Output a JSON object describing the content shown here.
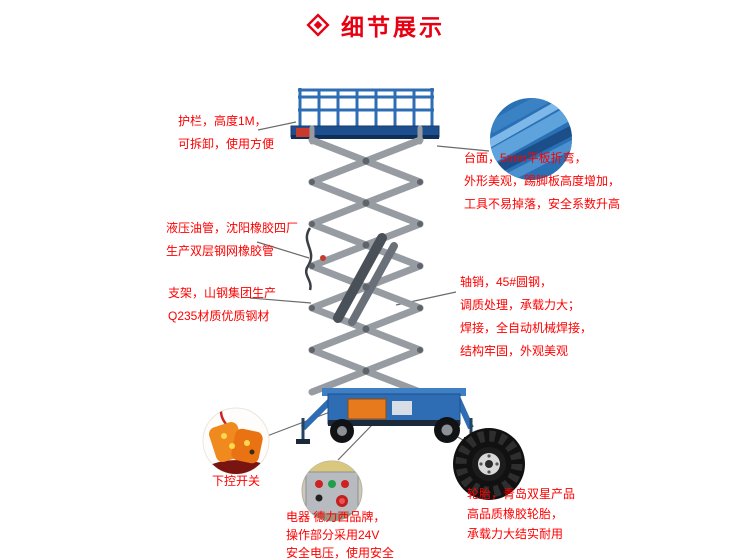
{
  "header": {
    "title": "细节展示"
  },
  "callouts": {
    "guardrail": {
      "lines": [
        "护栏，高度1M，",
        "可拆卸，使用方便"
      ]
    },
    "platform": {
      "lines": [
        "台面，5mm平板折弯，",
        "外形美观，踢脚板高度增加，",
        "工具不易掉落，安全系数升高"
      ]
    },
    "hydraulic_hose": {
      "lines": [
        "液压油管，沈阳橡胶四厂",
        "生产双层钢网橡胶管"
      ]
    },
    "support_frame": {
      "lines": [
        "支架，山钢集团生产",
        "Q235材质优质钢材"
      ]
    },
    "axle_pin": {
      "lines": [
        "轴销，45#圆钢，",
        "调质处理，承载力大；",
        "焊接，全自动机械焊接，",
        "结构牢固，外观美观"
      ]
    },
    "lower_control_switch": {
      "lines": [
        "下控开关"
      ]
    },
    "electrics": {
      "lines": [
        "电器 德力西品牌，",
        "操作部分采用24V",
        "安全电压，使用安全"
      ]
    },
    "tires": {
      "lines": [
        "轮胎，青岛双星产品",
        "高品质橡胶轮胎，",
        "承载力大结实耐用"
      ]
    }
  },
  "colors": {
    "accent_red": "#e60012",
    "callout_text": "#fe0000",
    "machine_blue": "#2e6db4",
    "platform_navy": "#1d4f8f",
    "scissor_gray": "#979ca3",
    "remote_orange": "#f08a1f",
    "base_orange": "#e87a1e",
    "background": "#ffffff"
  }
}
